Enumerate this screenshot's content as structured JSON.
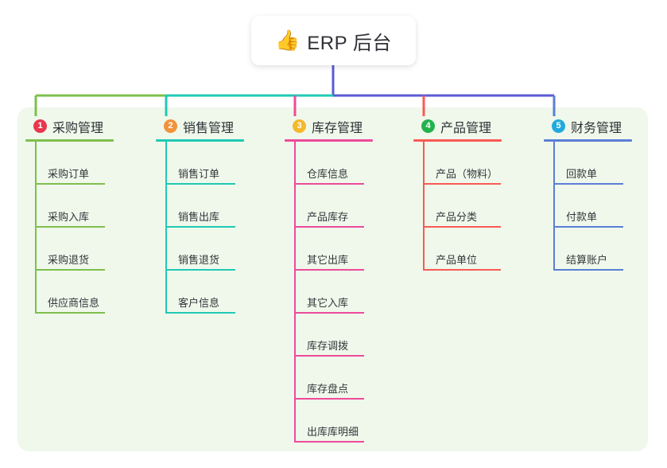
{
  "root": {
    "icon": "thumbs-up-emoji",
    "emoji": "👍",
    "title": "ERP 后台"
  },
  "panel": {
    "background_color": "#EFF8EB"
  },
  "columns": [
    {
      "index": "1",
      "badge_number": "1",
      "badge_color": "#E8384F",
      "line_color": "#7FBF4D",
      "title": "采购管理",
      "rule_width": 111,
      "leaf_rule_width": 88,
      "items": [
        {
          "label": "采购订单"
        },
        {
          "label": "采购入库"
        },
        {
          "label": "采购退货"
        },
        {
          "label": "供应商信息"
        }
      ]
    },
    {
      "index": "2",
      "badge_number": "2",
      "badge_color": "#F2923B",
      "line_color": "#20C9B4",
      "title": "销售管理",
      "rule_width": 111,
      "leaf_rule_width": 88,
      "items": [
        {
          "label": "销售订单"
        },
        {
          "label": "销售出库"
        },
        {
          "label": "销售退货"
        },
        {
          "label": "客户信息"
        }
      ]
    },
    {
      "index": "3",
      "badge_number": "3",
      "badge_color": "#F5B82E",
      "line_color": "#EE4B9B",
      "title": "库存管理",
      "rule_width": 111,
      "leaf_rule_width": 88,
      "items": [
        {
          "label": "仓库信息"
        },
        {
          "label": "产品库存"
        },
        {
          "label": "其它出库"
        },
        {
          "label": "其它入库"
        },
        {
          "label": "库存调拨"
        },
        {
          "label": "库存盘点"
        },
        {
          "label": "出库库明细"
        }
      ]
    },
    {
      "index": "4",
      "badge_number": "4",
      "badge_color": "#22B24C",
      "line_color": "#FA5A54",
      "title": "产品管理",
      "rule_width": 111,
      "leaf_rule_width": 98,
      "items": [
        {
          "label": "产品（物料）"
        },
        {
          "label": "产品分类"
        },
        {
          "label": "产品单位"
        }
      ]
    },
    {
      "index": "5",
      "badge_number": "5",
      "badge_color": "#22AADD",
      "line_color": "#5B7ED6",
      "title": "财务管理",
      "rule_width": 111,
      "leaf_rule_width": 88,
      "items": [
        {
          "label": "回款单"
        },
        {
          "label": "付款单"
        },
        {
          "label": "结算账户"
        }
      ]
    }
  ],
  "connectors": {
    "trunk_color": "#5B5BD6",
    "segments": [
      {
        "color": "#7FBF4D"
      },
      {
        "color": "#20C9B4"
      },
      {
        "color": "#5B5BD6"
      },
      {
        "color": "#5B5BD6"
      }
    ],
    "drops": [
      {
        "color": "#7FBF4D"
      },
      {
        "color": "#20C9B4"
      },
      {
        "color": "#EE4B9B"
      },
      {
        "color": "#FA5A54"
      },
      {
        "color": "#5B7ED6"
      }
    ]
  }
}
